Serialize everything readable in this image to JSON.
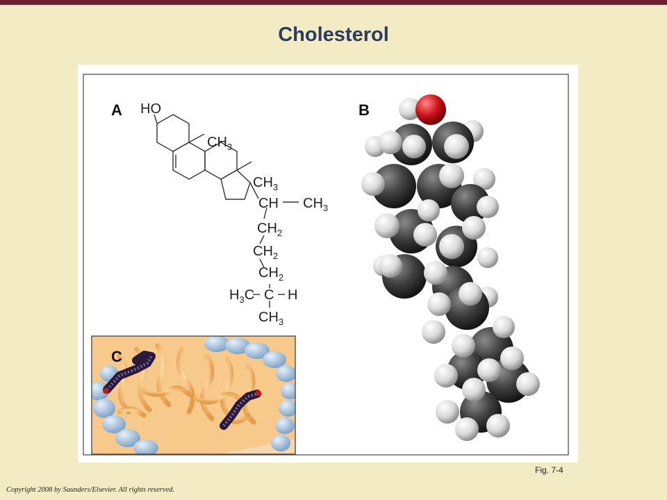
{
  "slide": {
    "title": "Cholesterol",
    "figure_label": "Fig. 7-4",
    "copyright": "Copyright 2008 by Saunders/Elsevier. All rights reserved."
  },
  "panels": {
    "a_letter": "A",
    "b_letter": "B",
    "c_letter": "C"
  },
  "structure_labels": {
    "ho": "HO",
    "ch3_ring_c": "CH",
    "ch3_ring_c_sub": "3",
    "ch3_ring_d": "CH",
    "ch3_ring_d_sub": "3",
    "ch_branch": "CH",
    "ch3_branch": "CH",
    "ch3_branch_sub": "3",
    "ch2_1": "CH",
    "ch2_1_sub": "2",
    "ch2_2": "CH",
    "ch2_2_sub": "2",
    "ch2_3": "CH",
    "ch2_3_sub": "2",
    "h3c": "H",
    "h3c_sub": "3",
    "h3c_c": "C",
    "c_center": "C",
    "h_right": "H",
    "ch3_bottom": "CH",
    "ch3_bottom_sub": "3"
  },
  "colors": {
    "background": "#f2ebc4",
    "top_bar": "#6e1f33",
    "title": "#2b3c5c",
    "carbon": "#3a3a3a",
    "hydrogen": "#e6e6e6",
    "oxygen": "#d0141a",
    "lipid_tail": "#f3b96a",
    "lipid_head": "#a9c7e3"
  }
}
